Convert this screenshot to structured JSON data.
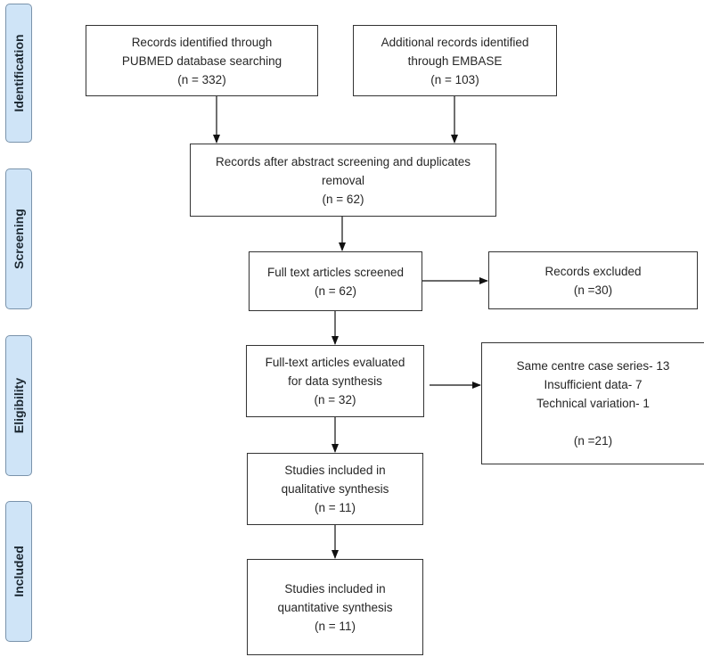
{
  "phases": {
    "identification": "Identification",
    "screening": "Screening",
    "eligibility": "Eligibility",
    "included": "Included"
  },
  "boxes": {
    "pubmed": {
      "lines": [
        "Records identified through",
        "PUBMED database searching",
        "(n = 332)"
      ]
    },
    "embase": {
      "lines": [
        "Additional records identified",
        "through EMBASE",
        "(n = 103)"
      ]
    },
    "screened_abstracts": {
      "lines": [
        "Records after abstract screening and duplicates",
        "removal",
        "(n = 62)"
      ]
    },
    "fulltext_screened": {
      "lines": [
        "Full text articles screened",
        "(n = 62)"
      ]
    },
    "records_excluded": {
      "lines": [
        "Records excluded",
        "(n =30)"
      ]
    },
    "fulltext_evaluated": {
      "lines": [
        "Full-text articles evaluated",
        "for data synthesis",
        "(n = 32)"
      ]
    },
    "exclusion_reasons": {
      "lines": [
        "Same centre case series- 13",
        "Insufficient data- 7",
        "Technical variation- 1",
        "",
        "(n =21)"
      ]
    },
    "qualitative": {
      "lines": [
        "Studies included in",
        "qualitative synthesis",
        "(n = 11)"
      ]
    },
    "quantitative": {
      "lines": [
        "Studies included in",
        "quantitative synthesis",
        "(n = 11)"
      ]
    }
  },
  "colors": {
    "phase_fill": "#cfe4f7",
    "phase_border": "#7a93ab",
    "box_border": "#333333",
    "arrow": "#111111"
  }
}
